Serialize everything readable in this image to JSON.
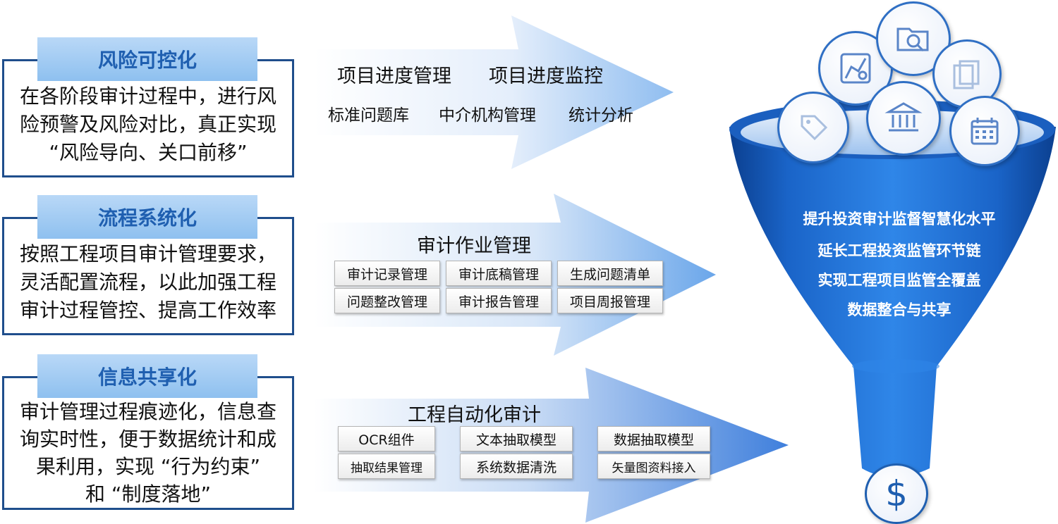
{
  "panels": [
    {
      "title": "风险可控化",
      "lines": [
        "在各阶段审计过程中，进行风",
        "险预警及风险对比，真正实现",
        "“风险导向、关口前移”"
      ]
    },
    {
      "title": "流程系统化",
      "lines": [
        "按照工程项目审计管理要求，",
        "灵活配置流程，以此加强工程",
        "审计过程管控、提高工作效率"
      ]
    },
    {
      "title": "信息共享化",
      "lines": [
        "审计管理过程痕迹化，信息查",
        "询实时性，便于数据统计和成",
        "果利用，实现 “行为约束”",
        "和 “制度落地”"
      ]
    }
  ],
  "arrow1": {
    "main": [
      "项目进度管理",
      "项目进度监控"
    ],
    "sub": [
      "标准问题库",
      "中介机构管理",
      "统计分析"
    ]
  },
  "arrow2": {
    "title": "审计作业管理",
    "chips": [
      "审计记录管理",
      "审计底稿管理",
      "生成问题清单",
      "问题整改管理",
      "审计报告管理",
      "项目周报管理"
    ]
  },
  "arrow3": {
    "title": "工程自动化审计",
    "chips": [
      "OCR组件",
      "文本抽取模型",
      "数据抽取模型",
      "抽取结果管理",
      "系统数据清洗",
      "矢量图资料接入"
    ]
  },
  "funnel": {
    "lines": [
      "提升投资审计监督智慧化水平",
      "延长工程投资监管环节链",
      "实现工程项目监管全覆盖",
      "数据整合与共享"
    ],
    "bottom_symbol": "$"
  },
  "icons": [
    "map-icon",
    "folder-search-icon",
    "documents-icon",
    "tag-icon",
    "bank-icon",
    "calendar-icon",
    "dollar-icon"
  ],
  "colors": {
    "border": "#1f4e8c",
    "title_text": "#1f5fb0",
    "funnel": "#1565c0",
    "arrow_start": "#e9f1fb",
    "arrow_end": "#2e6fd0"
  }
}
